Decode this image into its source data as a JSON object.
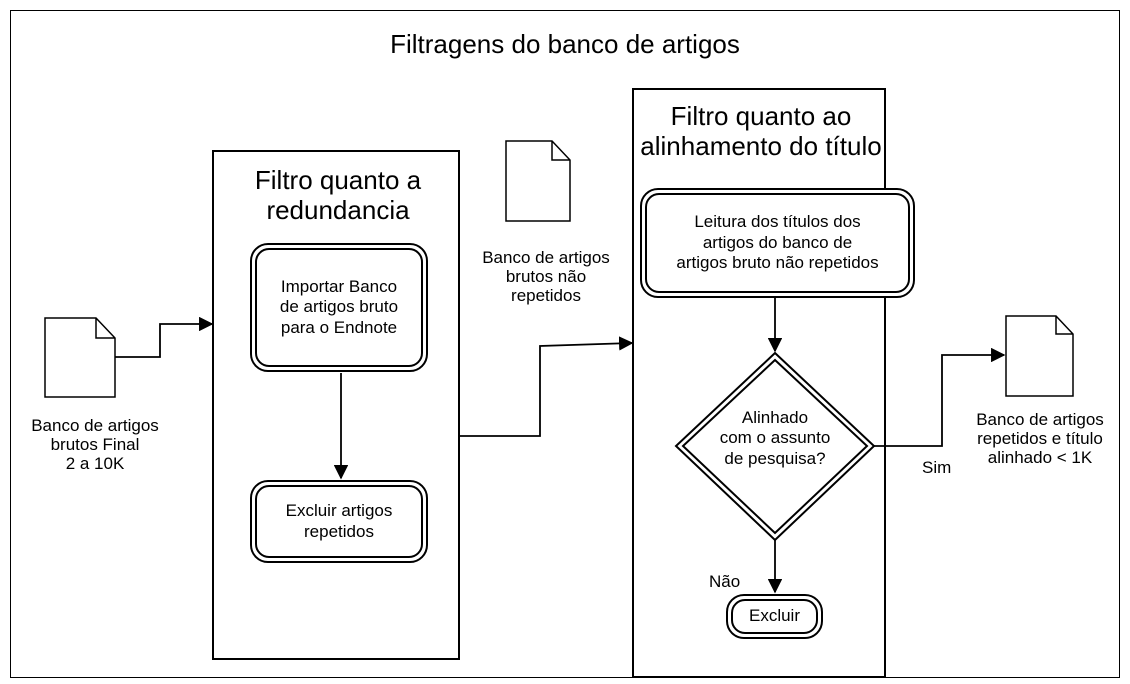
{
  "title": "Filtragens do banco de artigos",
  "lane_redundancy": {
    "title": "Filtro quanto a\nredundancia",
    "step_import": "Importar Banco\nde artigos bruto\npara o Endnote",
    "step_exclude": "Excluir artigos\nrepetidos"
  },
  "lane_title_alignment": {
    "title": "Filtro quanto ao\nalinhamento do título",
    "step_read": "Leitura dos títulos dos\nartigos do banco de\nartigos bruto não repetidos",
    "decision": "Alinhado\ncom o assunto\nde pesquisa?",
    "yes_label": "Sim",
    "no_label": "Não",
    "step_discard": "Excluir"
  },
  "documents": {
    "input": "Banco de artigos\nbrutos Final\n2 a 10K",
    "intermediate": "Banco de artigos\nbrutos não\nrepetidos",
    "output": "Banco de artigos\nrepetidos e título\nalinhado < 1K"
  }
}
